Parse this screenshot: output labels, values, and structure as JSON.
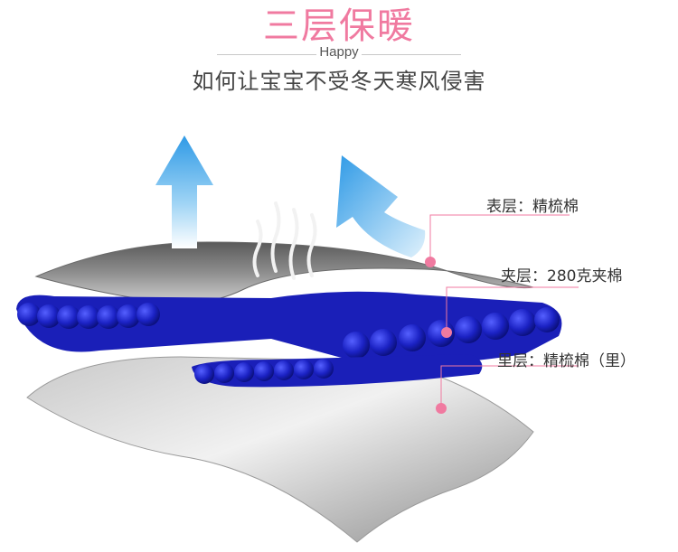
{
  "header": {
    "title": "三层保暖",
    "tag": "Happy",
    "subtitle": "如何让宝宝不受冬天寒风侵害"
  },
  "layers": {
    "outer": "表层：精梳棉",
    "middle": "夹层：280克夹棉",
    "inner": "里层：精梳棉（里）"
  },
  "colors": {
    "title_pink": "#f07aa0",
    "marker_pink": "#f07aa0",
    "fill_blue": "#1a1fb8",
    "arrow_blue": "#3aa8e8",
    "fabric_gray": "#7a7a7a"
  }
}
